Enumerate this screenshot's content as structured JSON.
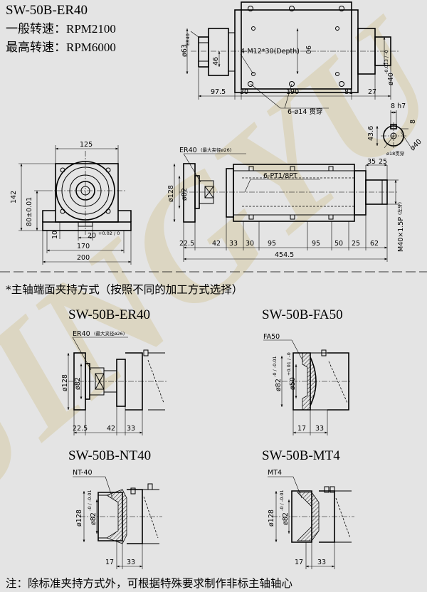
{
  "spec": {
    "model": "SW-50B-ER40",
    "normal_speed": "一般转速：RPM2100",
    "max_speed": "最高转速：RPM6000"
  },
  "watermark": "JINGYU",
  "colors": {
    "background": "#e4e4e4",
    "lines": "#000000",
    "hatch": "#000000",
    "watermark": "#d3c79a"
  },
  "top_view": {
    "dims": [
      "97.5",
      "30",
      "190",
      "81",
      "27"
    ],
    "dia_63": "ø63",
    "h46": "46",
    "h90": "90",
    "er40": "ER40",
    "tapped_holes": "4-M12*30(Depth)",
    "through_holes": "6-ø14 贯穿",
    "shaft_dia": "ø40",
    "shaft_tol": "-0.013 / -0"
  },
  "key_section": {
    "width": "8 h7",
    "depth": "8",
    "height": "43.6",
    "shaft": "ø40",
    "hole": "ø18贯穿"
  },
  "end_view": {
    "width_top": "125",
    "h142": "142",
    "h80": "80±0.01",
    "h10": "10",
    "slot": "20",
    "slot_tol": "+0.02 / 0",
    "w170": "170",
    "w200": "200"
  },
  "side_view": {
    "er_label": "ER40",
    "er_note": "(最大夹径ø26)",
    "pipe_thread": "6-PT1/8PT",
    "d128": "ø128",
    "d82": "ø82",
    "d35": "35",
    "d25": "25",
    "thread_m": "M40×1.5P",
    "thread_note": "(左牙)",
    "dims": [
      "22.5",
      "42",
      "33",
      "30",
      "95",
      "95",
      "50",
      "25",
      "62"
    ],
    "total": "454.5"
  },
  "section_title": "*主轴端面夹持方式（按照不同的加工方式选择）",
  "variants": [
    {
      "name": "SW-50B-ER40",
      "tag": "ER40",
      "tag_note": "(最大夹径ø26)",
      "d_big": "ø128",
      "d_small": "ø82",
      "dims": [
        "22.5",
        "42",
        "33"
      ]
    },
    {
      "name": "SW-50B-FA50",
      "tag": "FA50",
      "d_big": "ø82",
      "d_big_tol": "-0 / -0.01",
      "d_small": "ø50",
      "d_small_tol": "+0.01 / -0",
      "dims": [
        "17",
        "33"
      ]
    },
    {
      "name": "SW-50B-NT40",
      "tag": "NT-40",
      "d_big": "ø128",
      "d_small": "ø82",
      "d_small_tol": "-0 / -0.01",
      "dims": [
        "17",
        "33"
      ]
    },
    {
      "name": "SW-50B-MT4",
      "tag": "MT4",
      "d_big": "ø128",
      "d_small": "ø82",
      "d_small_tol": "-0 / -0.01",
      "dims": [
        "17",
        "33"
      ]
    }
  ],
  "footer_note": "注：除标准夹持方式外，可根据特殊要求制作非标主轴轴心"
}
